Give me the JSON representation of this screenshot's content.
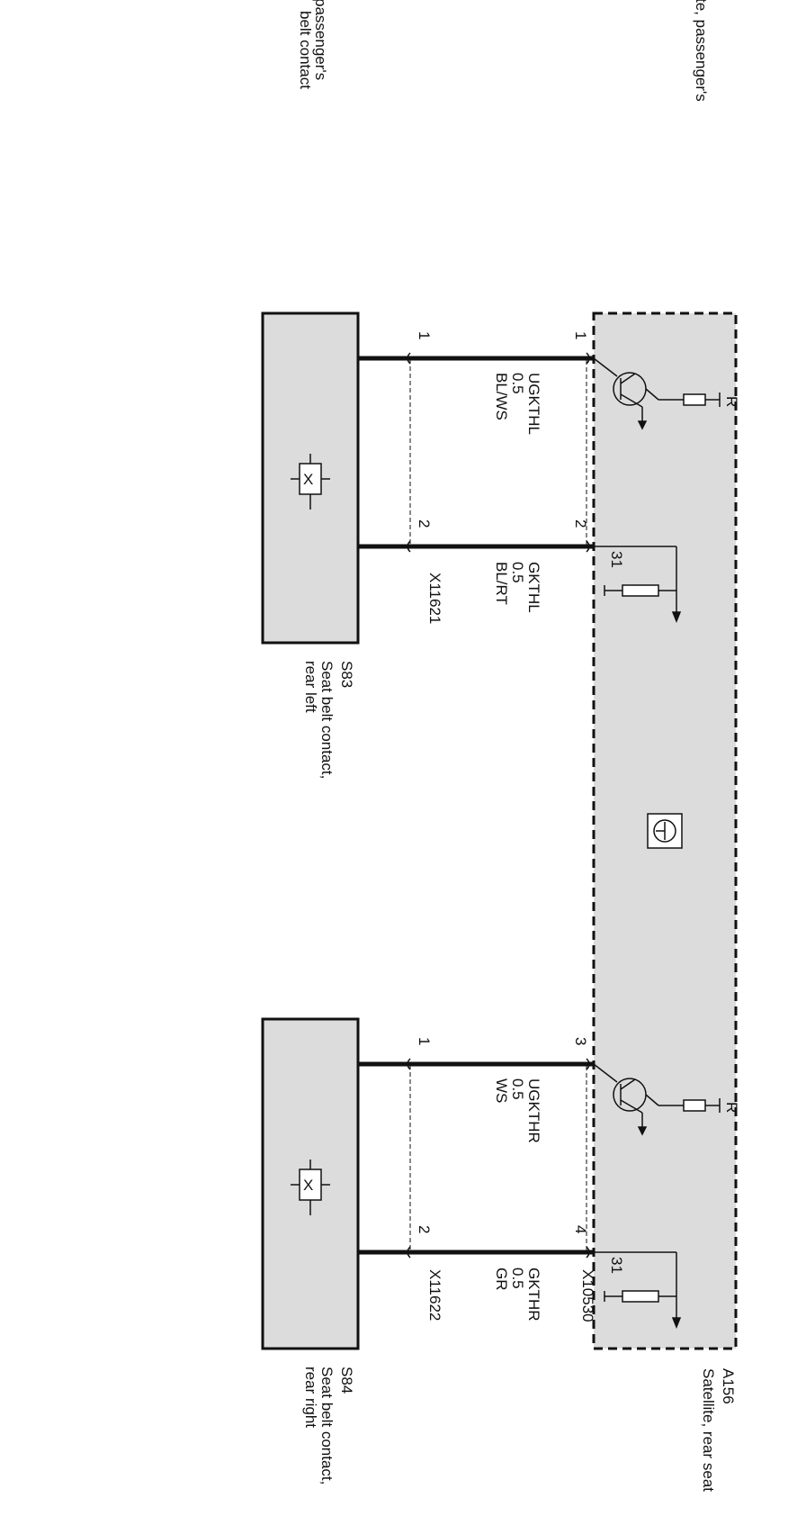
{
  "colors": {
    "module_fill": "#dcdcdc",
    "line": "#111111"
  },
  "top_fragments": {
    "left_line1": "passenger's",
    "left_line2": "belt contact",
    "right_line1": "te, passenger's"
  },
  "module": {
    "id": "A156",
    "name": "Satellite, rear seat",
    "connector": "X10530",
    "icon": "transistor-symbol-icon"
  },
  "switches": [
    {
      "id": "S83",
      "name_line1": "Seat belt contact,",
      "name_line2": "rear left",
      "connector": "X11621",
      "icon": "belt-switch-icon"
    },
    {
      "id": "S84",
      "name_line1": "Seat belt contact,",
      "name_line2": "rear right",
      "connector": "X11622",
      "icon": "belt-switch-icon"
    }
  ],
  "wires": [
    {
      "signal": "UGKTHL",
      "size": "0.5",
      "color": "BL/WS",
      "module_pin": "1",
      "switch_pin": "1"
    },
    {
      "signal": "GKTHL",
      "size": "0.5",
      "color": "BL/RT",
      "module_pin": "2",
      "switch_pin": "2"
    },
    {
      "signal": "UGKTHR",
      "size": "0.5",
      "color": "WS",
      "module_pin": "3",
      "switch_pin": "1"
    },
    {
      "signal": "GKTHR",
      "size": "0.5",
      "color": "GR",
      "module_pin": "4",
      "switch_pin": "2"
    }
  ],
  "internal": {
    "resistor_label": "R",
    "ground_label": "31"
  }
}
